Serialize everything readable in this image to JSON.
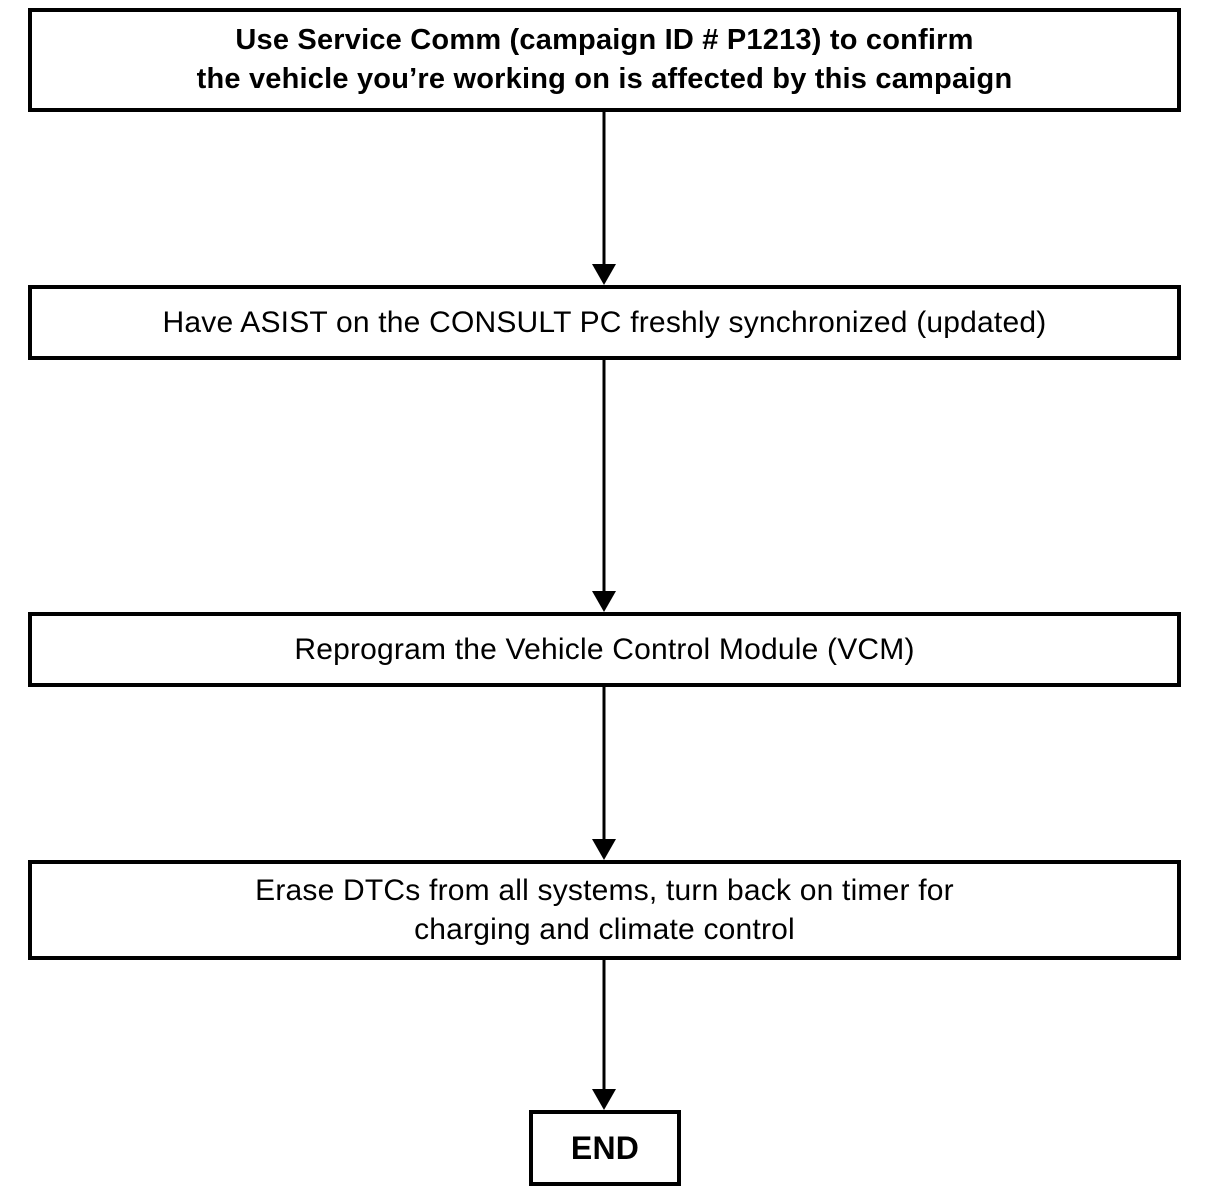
{
  "flowchart": {
    "title": "VCM reprogramming campaign procedure flowchart",
    "colors": {
      "background": "#ffffff",
      "line": "#000000",
      "text": "#000000"
    },
    "nodes": [
      {
        "id": "confirm-campaign",
        "text": "Use Service Comm (campaign ID # P1213) to confirm\nthe vehicle you’re working on is affected by this campaign",
        "bold": true
      },
      {
        "id": "sync-asist",
        "text": "Have ASIST on the CONSULT PC freshly synchronized (updated)",
        "bold": false
      },
      {
        "id": "reprogram-vcm",
        "text": "Reprogram the Vehicle Control Module (VCM)",
        "bold": false
      },
      {
        "id": "erase-dtcs",
        "text": "Erase DTCs from all systems, turn back on timer for\ncharging and climate control",
        "bold": false
      },
      {
        "id": "end",
        "text": "END",
        "bold": true
      }
    ],
    "connectors": [
      {
        "from": "confirm-campaign",
        "to": "sync-asist",
        "style": "arrow-down"
      },
      {
        "from": "sync-asist",
        "to": "reprogram-vcm",
        "style": "arrow-down"
      },
      {
        "from": "reprogram-vcm",
        "to": "erase-dtcs",
        "style": "arrow-down"
      },
      {
        "from": "erase-dtcs",
        "to": "end",
        "style": "arrow-down"
      }
    ]
  }
}
